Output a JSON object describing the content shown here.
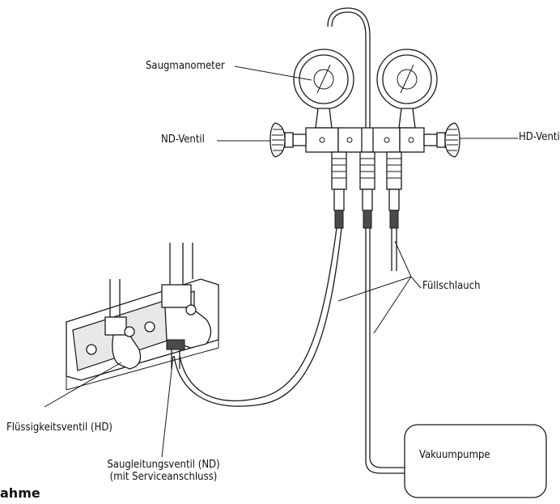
{
  "labels": {
    "saugmanometer": "Saugmanometer",
    "nd_ventil": "ND-Ventil",
    "hd_ventil": "HD-Ventil",
    "fuellschlauch": "Füllschlauch",
    "vakuumpumpe": "Vakuumpumpe",
    "fluessigkeitsventil": "Flüssigkeitsventil (HD)",
    "saugleitungsventil_line1": "Saugleitungsventil (ND)",
    "saugleitungsventil_line2": "(mit Serviceanschluss)"
  },
  "caption": "ahme"
}
